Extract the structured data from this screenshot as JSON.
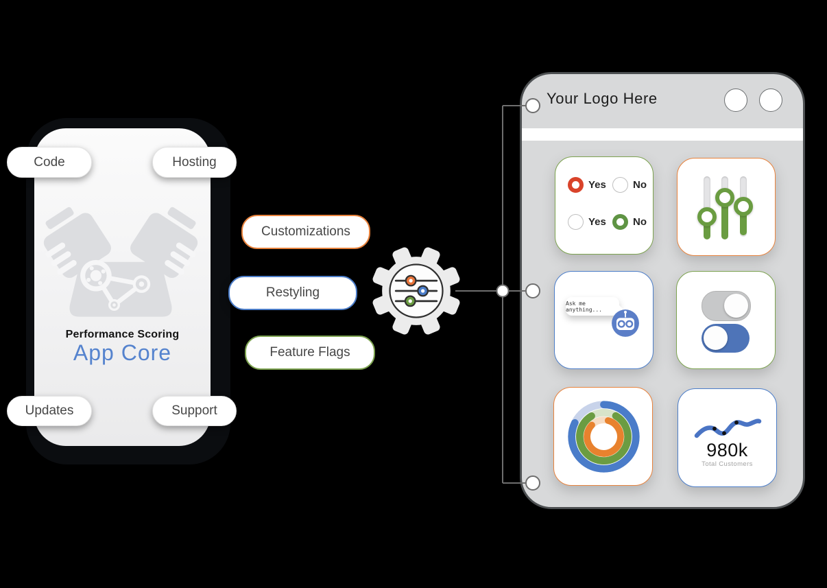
{
  "core": {
    "subtitle": "Performance Scoring",
    "title": "App Core",
    "labels": {
      "top_left": "Code",
      "top_right": "Hosting",
      "bottom_left": "Updates",
      "bottom_right": "Support"
    }
  },
  "features": {
    "customizations": {
      "label": "Customizations",
      "color": "#E8823C"
    },
    "restyling": {
      "label": "Restyling",
      "color": "#4B7DC9"
    },
    "feature_flags": {
      "label": "Feature Flags",
      "color": "#7CA24F"
    }
  },
  "hub": {
    "icon": "gear-sliders-icon",
    "knob_colors": [
      "#E8743A",
      "#4B7DC9",
      "#6A9C41"
    ]
  },
  "mockup": {
    "logo": "Your Logo Here",
    "radio_card": {
      "row1": {
        "yes_label": "Yes",
        "no_label": "No",
        "selected": "yes",
        "selected_color": "#D9432A"
      },
      "row2": {
        "yes_label": "Yes",
        "no_label": "No",
        "selected": "no",
        "selected_color": "#5F9444"
      }
    },
    "chat_card": {
      "bubble_text": "Ask me anything..."
    },
    "toggle_card": {
      "top_state": "off",
      "bottom_state": "on",
      "on_color": "#4E74B8"
    },
    "donut_card": {
      "rings": [
        {
          "color": "#4A7CC9",
          "light": "#C8D3EA",
          "pct": 82,
          "start_deg": -90,
          "r": 48,
          "w": 11
        },
        {
          "color": "#6B9C42",
          "light": "#D8E4C9",
          "pct": 83,
          "start_deg": -60,
          "r": 36,
          "w": 11
        },
        {
          "color": "#E8822E",
          "light": "#F6DCC3",
          "pct": 83,
          "start_deg": -75,
          "r": 25,
          "w": 10
        }
      ]
    },
    "metric_card": {
      "value": "980k",
      "label": "Total Customers"
    }
  },
  "colors": {
    "background": "#000000",
    "orange": "#E8823C",
    "blue": "#4B7DC9",
    "green": "#7CA24F",
    "red": "#D9432A",
    "title_blue": "#5583CE",
    "robot_blue": "#5B7EC7",
    "panel_gray": "#D8D9DA"
  }
}
